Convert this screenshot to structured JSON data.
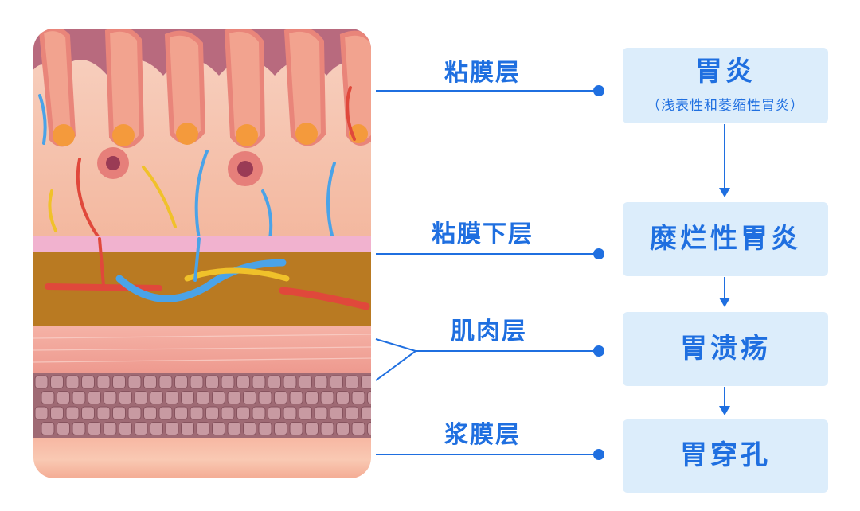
{
  "colors": {
    "accent": "#1f6fe0",
    "box_fill": "#dcedfb"
  },
  "layers": [
    {
      "name": "粘膜层"
    },
    {
      "name": "粘膜下层"
    },
    {
      "name": "肌肉层"
    },
    {
      "name": "浆膜层"
    }
  ],
  "progression": [
    {
      "title": "胃炎",
      "subtitle": "（浅表性和萎缩性胃炎）"
    },
    {
      "title": "糜烂性胃炎"
    },
    {
      "title": "胃溃疡"
    },
    {
      "title": "胃穿孔"
    }
  ]
}
